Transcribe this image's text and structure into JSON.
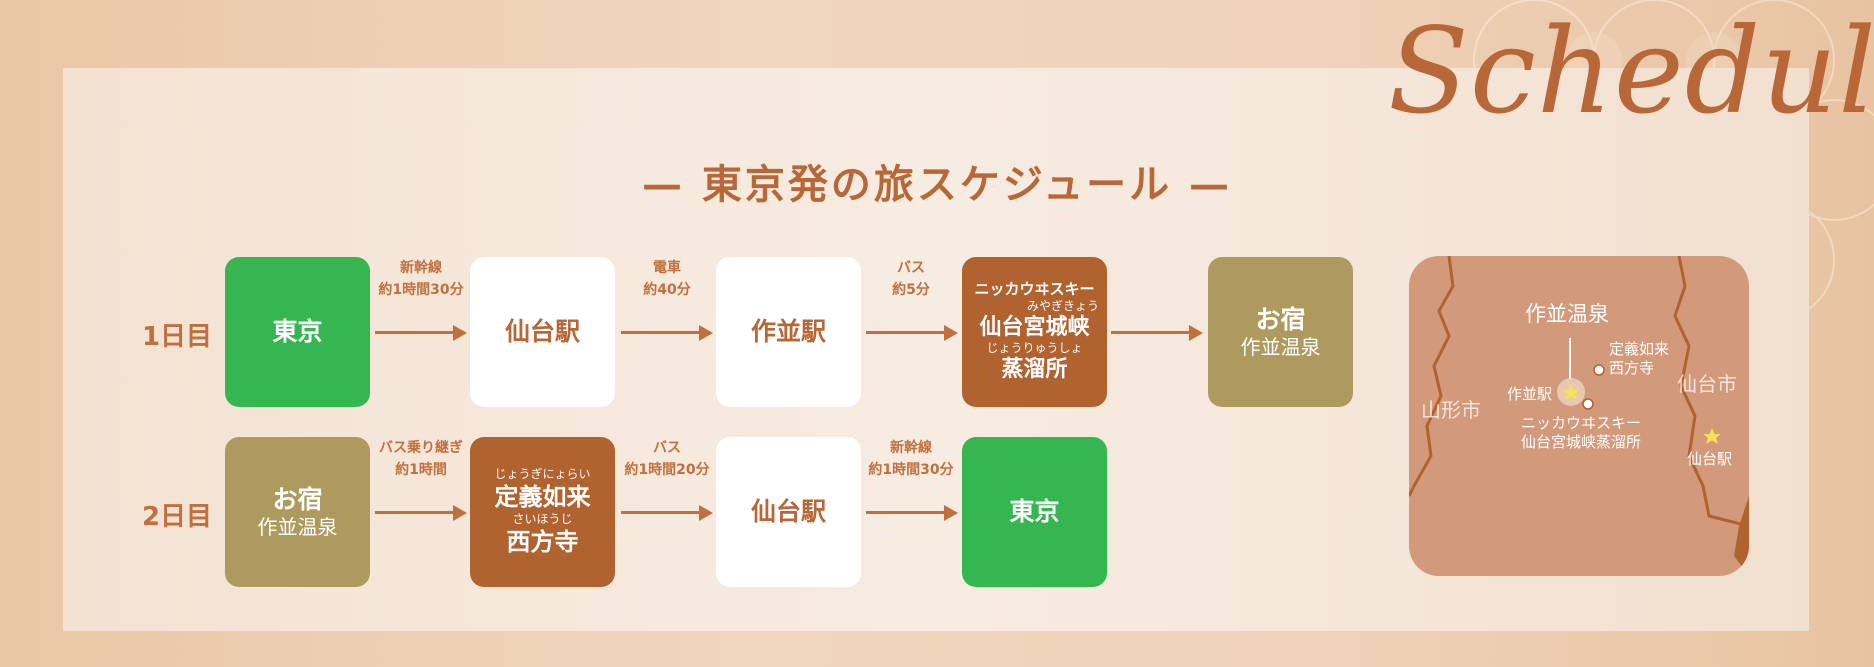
{
  "header": {
    "script_title": "Schedule",
    "main_title": "— 東京発の旅スケジュール —"
  },
  "day1": {
    "label": "1日目",
    "stops": [
      {
        "lines": [
          "東京"
        ],
        "style": "green"
      },
      {
        "lines": [
          "仙台駅"
        ],
        "style": "white"
      },
      {
        "lines": [
          "作並駅"
        ],
        "style": "white"
      },
      {
        "top": "ニッカウヰスキー",
        "ruby1": "みやぎきょう",
        "main1": "仙台宮城峡",
        "ruby2": "じょうりゅうしょ",
        "main2": "蒸溜所",
        "style": "brown"
      },
      {
        "main": "お宿",
        "sub": "作並温泉",
        "style": "olive"
      }
    ],
    "transits": [
      {
        "mode": "新幹線",
        "time": "約1時間30分"
      },
      {
        "mode": "電車",
        "time": "約40分"
      },
      {
        "mode": "バス",
        "time": "約5分"
      },
      {
        "mode": "",
        "time": ""
      }
    ]
  },
  "day2": {
    "label": "2日目",
    "stops": [
      {
        "main": "お宿",
        "sub": "作並温泉",
        "style": "olive"
      },
      {
        "ruby1": "じょうぎにょらい",
        "main1": "定義如来",
        "ruby2": "さいほうじ",
        "main2": "西方寺",
        "style": "brown"
      },
      {
        "lines": [
          "仙台駅"
        ],
        "style": "white"
      },
      {
        "lines": [
          "東京"
        ],
        "style": "green"
      }
    ],
    "transits": [
      {
        "mode": "バス乗り継ぎ",
        "time": "約1時間"
      },
      {
        "mode": "バス",
        "time": "約1時間20分"
      },
      {
        "mode": "新幹線",
        "time": "約1時間30分"
      }
    ]
  },
  "map": {
    "labels": {
      "onsen": "作並温泉",
      "jogi1": "定義如来",
      "jogi2": "西方寺",
      "sakunami_st": "作並駅",
      "nikka1": "ニッカウヰスキー",
      "nikka2": "仙台宮城峡蒸溜所",
      "yamagata": "山形市",
      "sendai_city": "仙台市",
      "sendai_st": "仙台駅"
    },
    "colors": {
      "land": "#d29a7a",
      "border": "#b0622f",
      "star": "#f5e15a"
    }
  }
}
